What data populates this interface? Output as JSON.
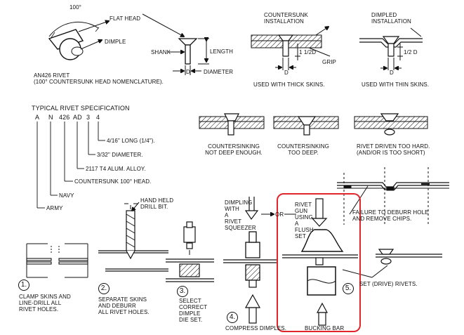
{
  "labels": {
    "angle": "100°",
    "flat_head": "FLAT HEAD",
    "dimple": "DIMPLE",
    "shank": "SHANK",
    "length": "LENGTH",
    "d1": "D",
    "diameter": "DIAMETER",
    "an426": "AN426 RIVET\n(100° COUNTERSUNK HEAD NOMENCLATURE).",
    "cs_install": "COUNTERSUNK\nINSTALLATION",
    "half_d1": "1 1/2D",
    "grip": "GRIP",
    "d2": "D",
    "thick": "USED WITH THICK SKINS.",
    "dimpled_install": "DIMPLED\nINSTALLATION",
    "half_d2": "1/2 D",
    "d3": "D",
    "thin": "USED WITH THIN SKINS.",
    "spec_title": "TYPICAL RIVET SPECIFICATION",
    "spec_codes": [
      "A",
      "N",
      "426",
      "AD",
      "3",
      "4"
    ],
    "long": "4/16\" LONG (1/4\").",
    "diam32": "3/32\" DIAMETER.",
    "alloy": "2117 T4 ALUM. ALLOY.",
    "cs_head": "COUNTERSUNK 100° HEAD.",
    "navy": "NAVY",
    "army": "ARMY",
    "cs_not_deep": "COUNTERSINKING\nNOT DEEP ENOUGH.",
    "cs_too_deep": "COUNTERSINKING\nTOO DEEP.",
    "too_hard": "RIVET DRIVEN TOO HARD.\n(AND/OR IS TOO SHORT)",
    "hand_drill": "HAND HELD\nDRILL BIT.",
    "dimpling": "DIMPLING\nWITH\nA\nRIVET\nSQUEEZER",
    "or": "OR",
    "rivet_gun": "RIVET\nGUN\nUSING\nA\nFLUSH\nSET",
    "deburr_fail": "FAILURE TO DEBURR HOLE\nAND REMOVE CHIPS.",
    "step1": "CLAMP SKINS AND\nLINE-DRILL ALL\nRIVET HOLES.",
    "step2": "SEPARATE SKINS\nAND DEBURR\nALL RIVET HOLES.",
    "step3": "SELECT\nCORRECT\nDIMPLE\nDIE SET.",
    "step4": "COMPRESS DIMPLES.",
    "bucking": "BUCKING BAR",
    "set_rivets": "SET (DRIVE) RIVETS."
  },
  "steps": [
    "1.",
    "2.",
    "3.",
    "4.",
    "5."
  ],
  "colors": {
    "highlight": "#e0262b",
    "ink": "#111111"
  }
}
